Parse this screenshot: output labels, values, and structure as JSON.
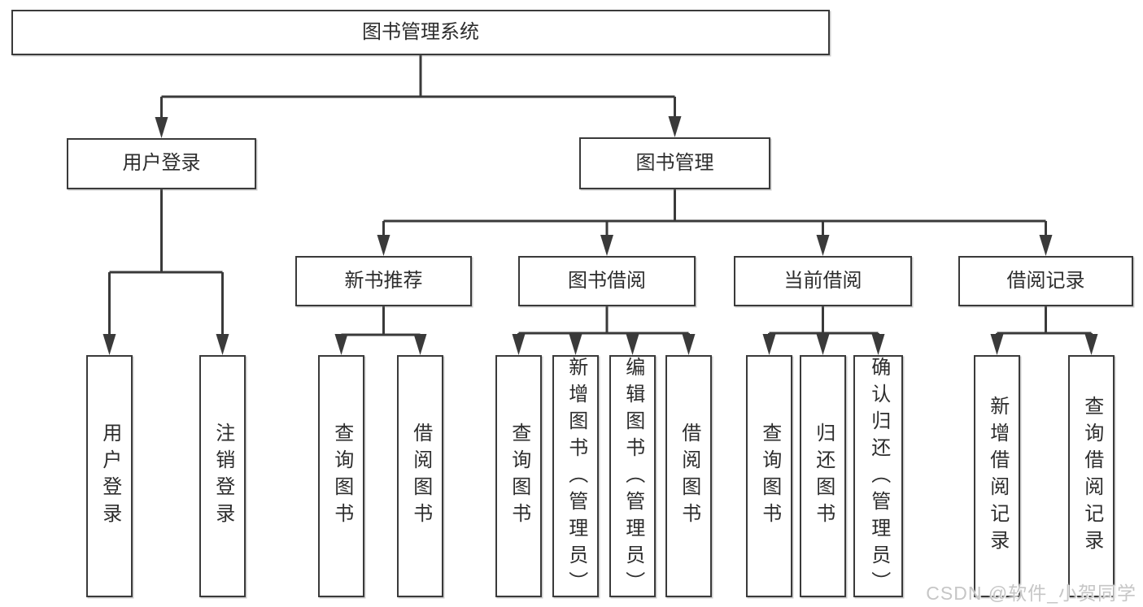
{
  "diagram": {
    "title": "图书管理系统",
    "watermark": "CSDN @软件_小贺同学",
    "colors": {
      "line": "#3a3a3a",
      "text": "#2d2d2d",
      "background": "#ffffff",
      "watermark": "#c6c6c6"
    }
  },
  "nodes": [
    {
      "id": "root",
      "label": "图书管理系统",
      "parent": null,
      "level": 1
    },
    {
      "id": "user-login",
      "label": "用户登录",
      "parent": "root",
      "level": 2
    },
    {
      "id": "book-mgmt",
      "label": "图书管理",
      "parent": "root",
      "level": 2
    },
    {
      "id": "new-book-rec",
      "label": "新书推荐",
      "parent": "book-mgmt",
      "level": 3
    },
    {
      "id": "book-borrow",
      "label": "图书借阅",
      "parent": "book-mgmt",
      "level": 3
    },
    {
      "id": "current-borrow",
      "label": "当前借阅",
      "parent": "book-mgmt",
      "level": 3
    },
    {
      "id": "borrow-record",
      "label": "借阅记录",
      "parent": "book-mgmt",
      "level": 3
    },
    {
      "id": "leaf-user-login",
      "label": "用户登录",
      "parent": "user-login",
      "level": 4
    },
    {
      "id": "leaf-logout",
      "label": "注销登录",
      "parent": "user-login",
      "level": 4
    },
    {
      "id": "leaf-query-new",
      "label": "查询图书",
      "parent": "new-book-rec",
      "level": 4
    },
    {
      "id": "leaf-borrow-new",
      "label": "借阅图书",
      "parent": "new-book-rec",
      "level": 4
    },
    {
      "id": "leaf-query-bb",
      "label": "查询图书",
      "parent": "book-borrow",
      "level": 4
    },
    {
      "id": "leaf-add-book",
      "label": "新增图书（管理员）",
      "parent": "book-borrow",
      "level": 4
    },
    {
      "id": "leaf-edit-book",
      "label": "编辑图书（管理员）",
      "parent": "book-borrow",
      "level": 4
    },
    {
      "id": "leaf-borrow-bb",
      "label": "借阅图书",
      "parent": "book-borrow",
      "level": 4
    },
    {
      "id": "leaf-query-cur",
      "label": "查询图书",
      "parent": "current-borrow",
      "level": 4
    },
    {
      "id": "leaf-return-book",
      "label": "归还图书",
      "parent": "current-borrow",
      "level": 4
    },
    {
      "id": "leaf-confirm-return",
      "label": "确认归还（管理员）",
      "parent": "current-borrow",
      "level": 4
    },
    {
      "id": "leaf-add-record",
      "label": "新增借阅记录",
      "parent": "borrow-record",
      "level": 4
    },
    {
      "id": "leaf-query-record",
      "label": "查询借阅记录",
      "parent": "borrow-record",
      "level": 4
    }
  ]
}
